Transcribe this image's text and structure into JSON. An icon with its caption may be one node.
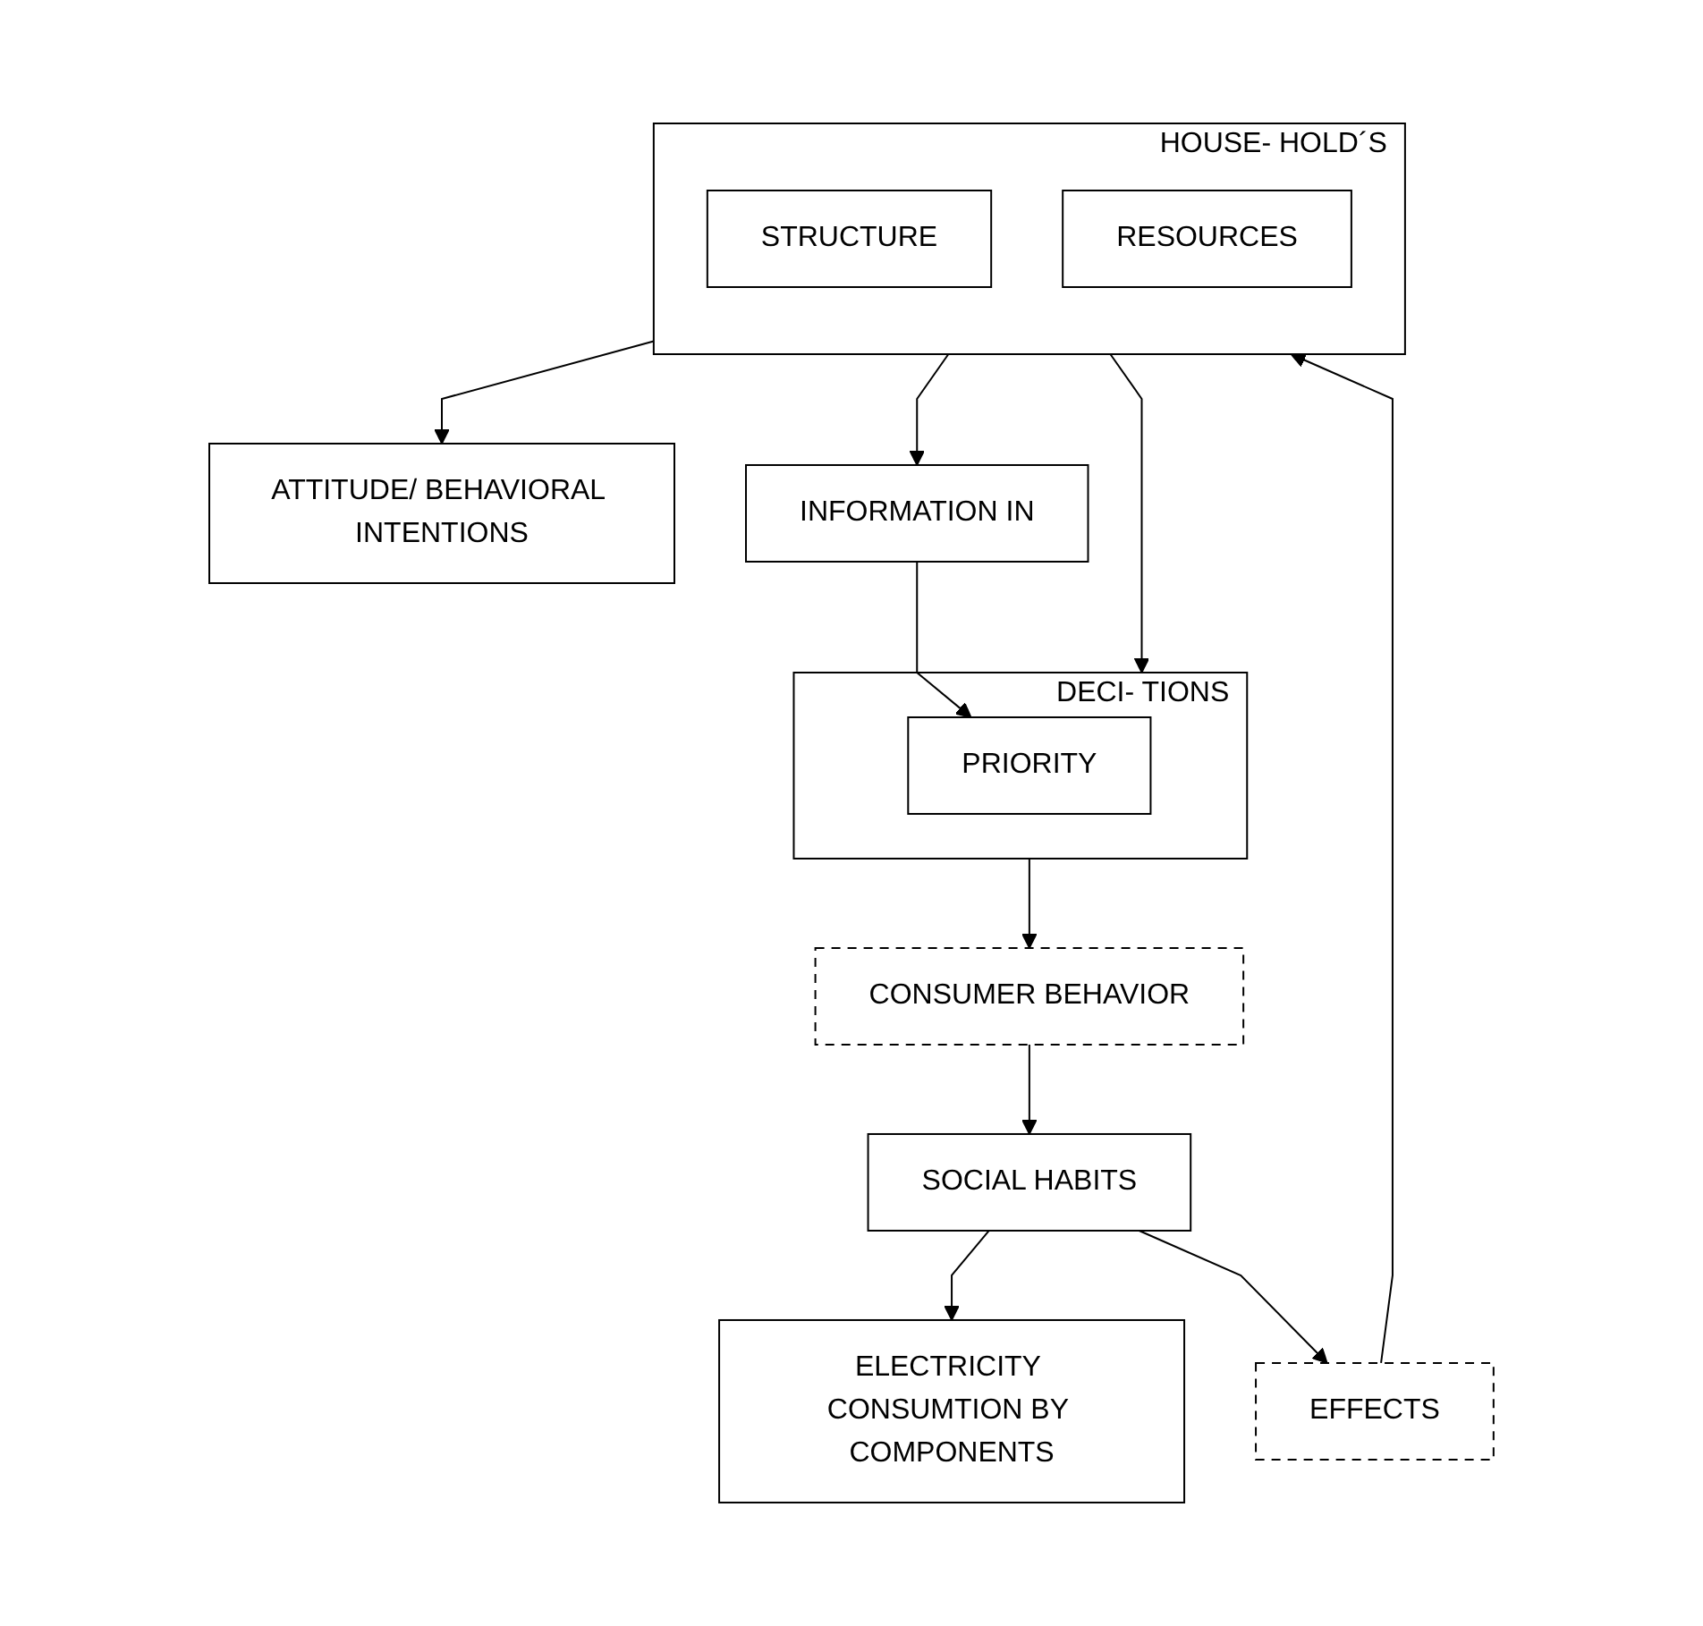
{
  "diagram": {
    "nodes": [
      {
        "text": [
          "HOUSE- HOLD´S"
        ]
      },
      {
        "text": [
          "STRUCTURE"
        ],
        "in": 0
      },
      {
        "text": [
          "RESOURCES"
        ],
        "in": 0
      },
      {
        "text": [
          "DECI- TIONS"
        ]
      },
      {
        "text": [
          "PRIORITY"
        ],
        "in": 3
      },
      {
        "text": [
          "ATTITUDE/ BEHAVIORAL INTENTIONS"
        ]
      },
      {
        "text": [
          "INFORMATION IN"
        ]
      },
      {
        "text": [
          "CONSUMER BEHAVIOR"
        ]
      },
      {
        "text": [
          "SOCIAL HABITS"
        ]
      },
      {
        "text": [
          "ELECTRICITY CONSUMTION BY COMPONENTS"
        ]
      },
      {
        "text": [
          "EFFECTS"
        ]
      }
    ],
    "edges": [
      {
        "from": 0,
        "to": 3,
        "arrow": "to"
      },
      {
        "from": 0,
        "to": 5,
        "arrow": "to"
      },
      {
        "from": 0,
        "to": 6,
        "arrow": "to"
      },
      {
        "from": 6,
        "to": 4,
        "arrow": "to"
      },
      {
        "from": 3,
        "to": 7,
        "arrow": "to"
      },
      {
        "from": 7,
        "to": 8,
        "arrow": "to"
      },
      {
        "from": 8,
        "to": 9,
        "arrow": "to"
      },
      {
        "from": 8,
        "to": 10,
        "arrow": "to"
      },
      {
        "from": 10,
        "to": 0,
        "arrow": "to"
      }
    ]
  }
}
